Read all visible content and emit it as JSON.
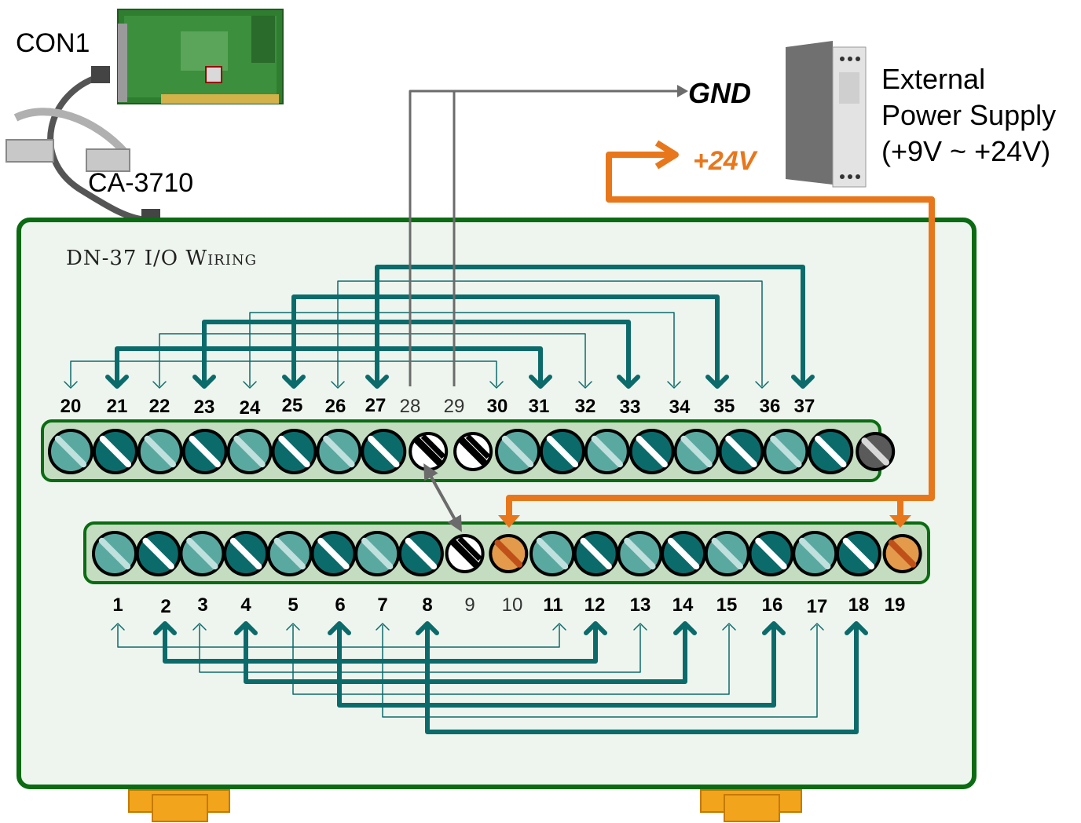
{
  "labels": {
    "con1": "CON1",
    "cable": "CA-3710",
    "board_title": "DN-37 I/O Wiring",
    "gnd": "GND",
    "plus24v": "+24V",
    "supply_line1": "External",
    "supply_line2": "Power Supply",
    "supply_line3": "(+9V ~ +24V)"
  },
  "colors": {
    "board_fill": "#eef5ee",
    "board_border": "#0b6b12",
    "strip_fill": "#c4dcbf",
    "teal_dark": "#0b6b6b",
    "teal_light": "#5aa9a0",
    "orange": "#e8771b",
    "terminal_orange": "#e39a4b",
    "gnd_wire": "#6b6b6b",
    "din_clip": "#f2a51c"
  },
  "top_pins": [
    {
      "num": "20",
      "bold": true
    },
    {
      "num": "21",
      "bold": true
    },
    {
      "num": "22",
      "bold": true
    },
    {
      "num": "23",
      "bold": true
    },
    {
      "num": "24",
      "bold": true
    },
    {
      "num": "25",
      "bold": true
    },
    {
      "num": "26",
      "bold": true
    },
    {
      "num": "27",
      "bold": true
    },
    {
      "num": "28",
      "bold": false
    },
    {
      "num": "29",
      "bold": false
    },
    {
      "num": "30",
      "bold": true
    },
    {
      "num": "31",
      "bold": true
    },
    {
      "num": "32",
      "bold": true
    },
    {
      "num": "33",
      "bold": true
    },
    {
      "num": "34",
      "bold": true
    },
    {
      "num": "35",
      "bold": true
    },
    {
      "num": "36",
      "bold": true
    },
    {
      "num": "37",
      "bold": true
    }
  ],
  "bottom_pins": [
    {
      "num": "1",
      "bold": true
    },
    {
      "num": "2",
      "bold": true
    },
    {
      "num": "3",
      "bold": true
    },
    {
      "num": "4",
      "bold": true
    },
    {
      "num": "5",
      "bold": true
    },
    {
      "num": "6",
      "bold": true
    },
    {
      "num": "7",
      "bold": true
    },
    {
      "num": "8",
      "bold": true
    },
    {
      "num": "9",
      "bold": false
    },
    {
      "num": "10",
      "bold": false
    },
    {
      "num": "11",
      "bold": true
    },
    {
      "num": "12",
      "bold": true
    },
    {
      "num": "13",
      "bold": true
    },
    {
      "num": "14",
      "bold": true
    },
    {
      "num": "15",
      "bold": true
    },
    {
      "num": "16",
      "bold": true
    },
    {
      "num": "17",
      "bold": true
    },
    {
      "num": "18",
      "bold": true
    },
    {
      "num": "19",
      "bold": true
    }
  ]
}
